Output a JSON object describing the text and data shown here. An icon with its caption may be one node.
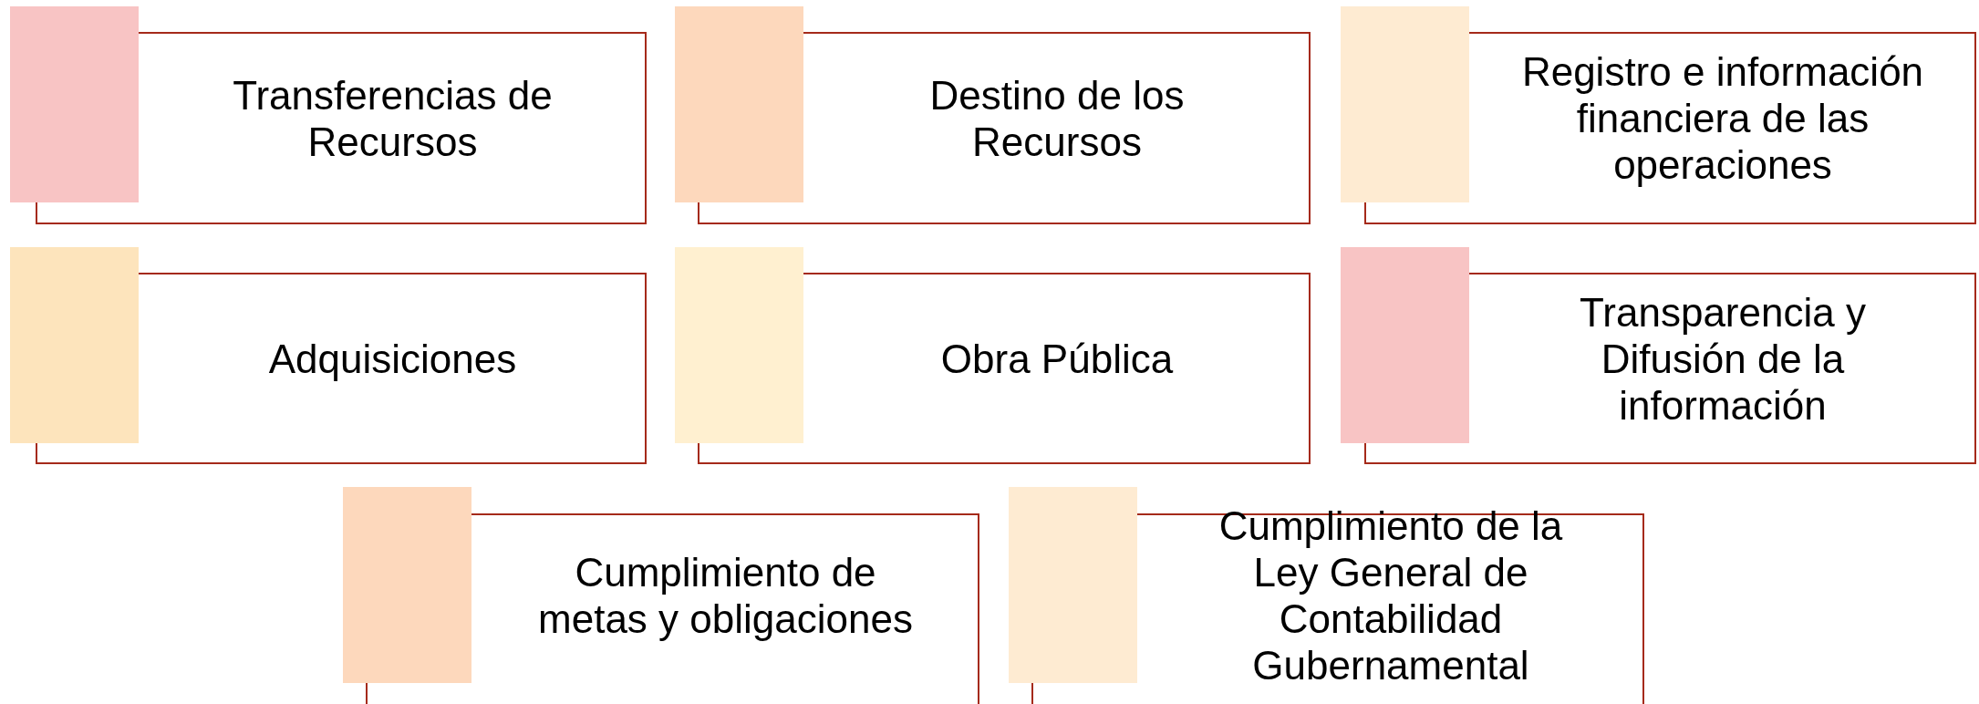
{
  "diagram": {
    "nodes": [
      {
        "text": [
          "Transferencias de Recursos"
        ]
      },
      {
        "text": [
          "Destino de los Recursos"
        ]
      },
      {
        "text": [
          "Registro e información financiera de las operaciones"
        ]
      },
      {
        "text": [
          "Adquisiciones"
        ]
      },
      {
        "text": [
          "Obra Pública"
        ]
      },
      {
        "text": [
          "Transparencia y Difusión de la información"
        ]
      },
      {
        "text": [
          "Cumplimiento de metas y obligaciones"
        ]
      },
      {
        "text": [
          "Cumplimiento de la Ley General de Contabilidad Gubernamental"
        ]
      }
    ]
  }
}
